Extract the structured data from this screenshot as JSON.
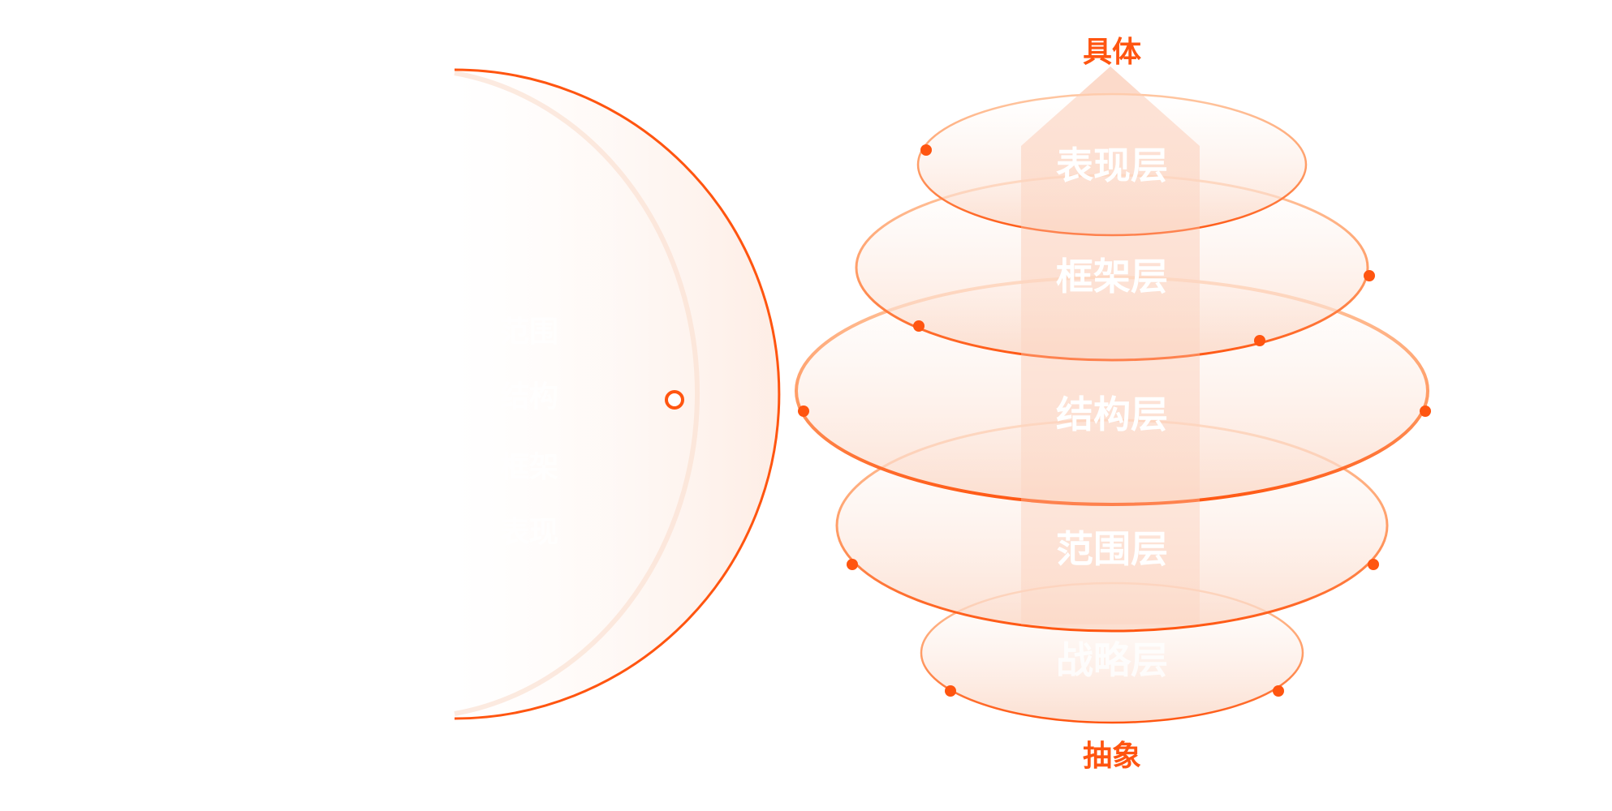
{
  "diagram": {
    "top_label": "具体",
    "bottom_label": "抽象",
    "layers": [
      {
        "label": "表现层"
      },
      {
        "label": "框架层"
      },
      {
        "label": "结构层"
      },
      {
        "label": "范围层"
      },
      {
        "label": "战略层"
      }
    ],
    "faint_labels": [
      "范围",
      "结构",
      "框架",
      "表现"
    ]
  },
  "colors": {
    "accent": "#ff5510",
    "accent_light": "#ffb98c",
    "fill_soft": "#fde4d8",
    "label_white": "#ffffff",
    "background": "#ffffff"
  }
}
